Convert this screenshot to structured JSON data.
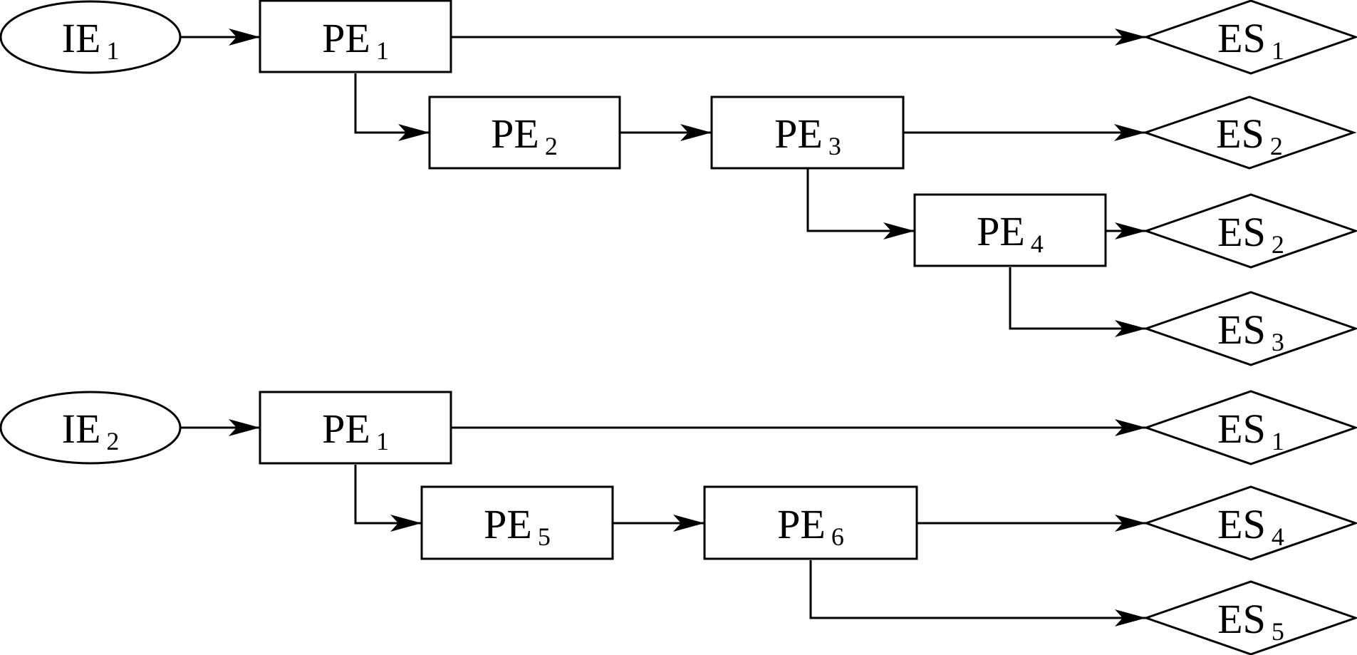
{
  "diagram": {
    "nodes": [
      {
        "id": "ie1",
        "shape": "ellipse",
        "base": "IE",
        "sub": "1"
      },
      {
        "id": "pe1a",
        "shape": "rectangle",
        "base": "PE",
        "sub": "1"
      },
      {
        "id": "es1a",
        "shape": "diamond",
        "base": "ES",
        "sub": "1"
      },
      {
        "id": "pe2",
        "shape": "rectangle",
        "base": "PE",
        "sub": "2"
      },
      {
        "id": "pe3",
        "shape": "rectangle",
        "base": "PE",
        "sub": "3"
      },
      {
        "id": "es2a",
        "shape": "diamond",
        "base": "ES",
        "sub": "2"
      },
      {
        "id": "pe4",
        "shape": "rectangle",
        "base": "PE",
        "sub": "4"
      },
      {
        "id": "es2b",
        "shape": "diamond",
        "base": "ES",
        "sub": "2"
      },
      {
        "id": "es3",
        "shape": "diamond",
        "base": "ES",
        "sub": "3"
      },
      {
        "id": "ie2",
        "shape": "ellipse",
        "base": "IE",
        "sub": "2"
      },
      {
        "id": "pe1b",
        "shape": "rectangle",
        "base": "PE",
        "sub": "1"
      },
      {
        "id": "es1b",
        "shape": "diamond",
        "base": "ES",
        "sub": "1"
      },
      {
        "id": "pe5",
        "shape": "rectangle",
        "base": "PE",
        "sub": "5"
      },
      {
        "id": "pe6",
        "shape": "rectangle",
        "base": "PE",
        "sub": "6"
      },
      {
        "id": "es4",
        "shape": "diamond",
        "base": "ES",
        "sub": "4"
      },
      {
        "id": "es5",
        "shape": "diamond",
        "base": "ES",
        "sub": "5"
      }
    ],
    "edges": [
      {
        "from": "ie1",
        "to": "pe1a"
      },
      {
        "from": "pe1a",
        "to": "es1a"
      },
      {
        "from": "pe1a",
        "to": "pe2"
      },
      {
        "from": "pe2",
        "to": "pe3"
      },
      {
        "from": "pe3",
        "to": "es2a"
      },
      {
        "from": "pe3",
        "to": "pe4"
      },
      {
        "from": "pe4",
        "to": "es2b"
      },
      {
        "from": "pe4",
        "to": "es3"
      },
      {
        "from": "ie2",
        "to": "pe1b"
      },
      {
        "from": "pe1b",
        "to": "es1b"
      },
      {
        "from": "pe1b",
        "to": "pe5"
      },
      {
        "from": "pe5",
        "to": "pe6"
      },
      {
        "from": "pe6",
        "to": "es4"
      },
      {
        "from": "pe6",
        "to": "es5"
      }
    ]
  }
}
